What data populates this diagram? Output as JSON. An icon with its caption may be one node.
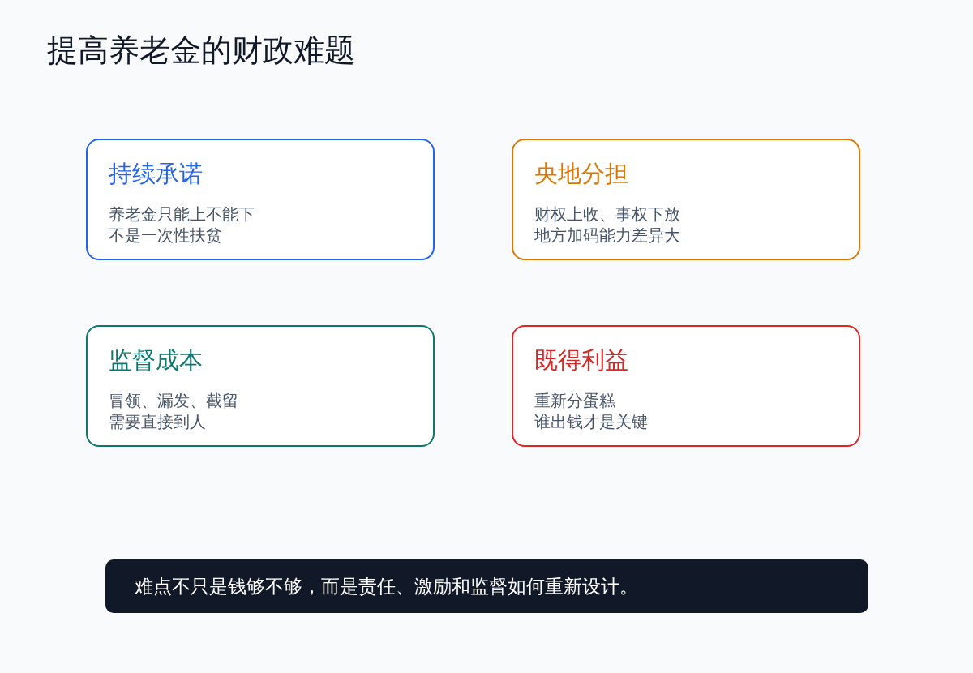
{
  "diagram": {
    "title": "提高养老金的财政难题",
    "nodes": [
      {
        "text": [
          "持续承诺",
          "养老金只能上不能下",
          "不是一次性扶贫"
        ]
      },
      {
        "text": [
          "央地分担",
          "财权上收、事权下放",
          "地方加码能力差异大"
        ]
      },
      {
        "text": [
          "监督成本",
          "冒领、漏发、截留",
          "需要直接到人"
        ]
      },
      {
        "text": [
          "既得利益",
          "重新分蛋糕",
          "谁出钱才是关键"
        ]
      },
      {
        "text": [
          "难点不只是钱够不够，而是责任、激励和监督如何重新设计。"
        ]
      }
    ]
  }
}
